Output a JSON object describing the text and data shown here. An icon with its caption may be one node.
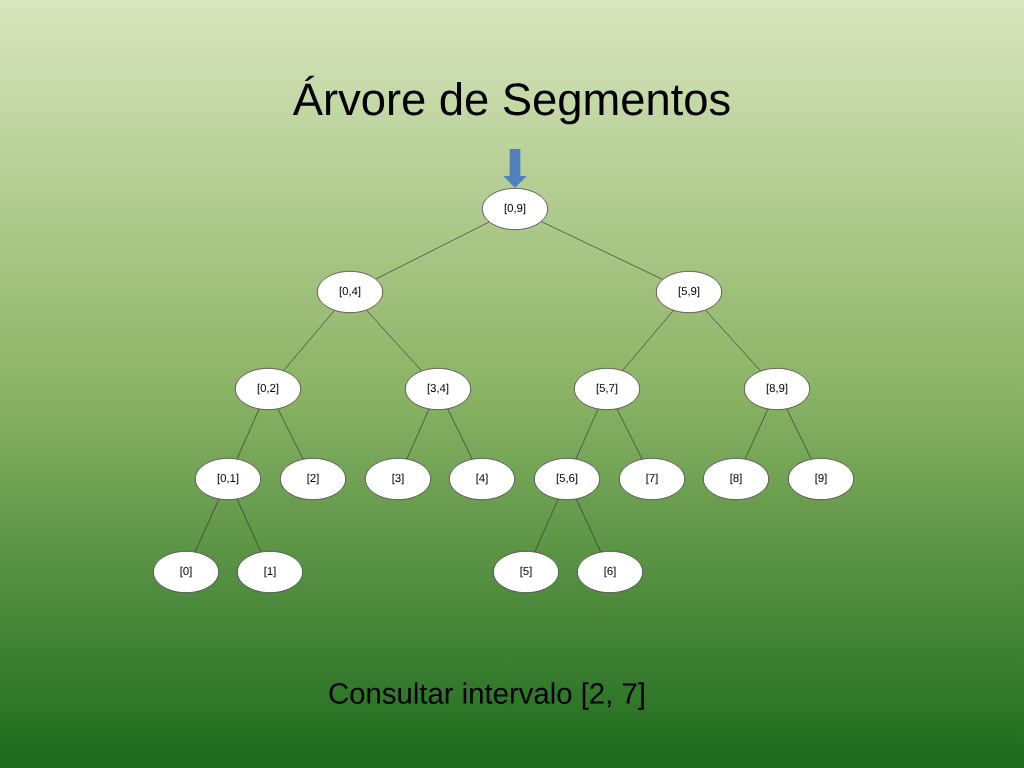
{
  "diagram": {
    "title": "Árvore de Segmentos",
    "nodes": [
      {
        "text": [
          "[0,9]"
        ]
      },
      {
        "text": [
          "[0,4]"
        ]
      },
      {
        "text": [
          "[5,9]"
        ]
      },
      {
        "text": [
          "[0,2]"
        ]
      },
      {
        "text": [
          "[3,4]"
        ]
      },
      {
        "text": [
          "[5,7]"
        ]
      },
      {
        "text": [
          "[8,9]"
        ]
      },
      {
        "text": [
          "[0,1]"
        ]
      },
      {
        "text": [
          "[2]"
        ]
      },
      {
        "text": [
          "[3]"
        ]
      },
      {
        "text": [
          "[4]"
        ]
      },
      {
        "text": [
          "[5,6]"
        ]
      },
      {
        "text": [
          "[7]"
        ]
      },
      {
        "text": [
          "[8]"
        ]
      },
      {
        "text": [
          "[9]"
        ]
      },
      {
        "text": [
          "[0]"
        ]
      },
      {
        "text": [
          "[1]"
        ]
      },
      {
        "text": [
          "[5]"
        ]
      },
      {
        "text": [
          "[6]"
        ]
      }
    ],
    "edges": [
      {
        "from": null,
        "to": 0,
        "arrow": "to",
        "style": "thick",
        "color": "#4f81bd"
      },
      {
        "from": 0,
        "to": 1,
        "arrow": "none"
      },
      {
        "from": 0,
        "to": 2,
        "arrow": "none"
      },
      {
        "from": 1,
        "to": 3,
        "arrow": "none"
      },
      {
        "from": 1,
        "to": 4,
        "arrow": "none"
      },
      {
        "from": 2,
        "to": 5,
        "arrow": "none"
      },
      {
        "from": 2,
        "to": 6,
        "arrow": "none"
      },
      {
        "from": 3,
        "to": 7,
        "arrow": "none"
      },
      {
        "from": 3,
        "to": 8,
        "arrow": "none"
      },
      {
        "from": 4,
        "to": 9,
        "arrow": "none"
      },
      {
        "from": 4,
        "to": 10,
        "arrow": "none"
      },
      {
        "from": 5,
        "to": 11,
        "arrow": "none"
      },
      {
        "from": 5,
        "to": 12,
        "arrow": "none"
      },
      {
        "from": 6,
        "to": 13,
        "arrow": "none"
      },
      {
        "from": 6,
        "to": 14,
        "arrow": "none"
      },
      {
        "from": 7,
        "to": 15,
        "arrow": "none"
      },
      {
        "from": 7,
        "to": 16,
        "arrow": "none"
      },
      {
        "from": 11,
        "to": 17,
        "arrow": "none"
      },
      {
        "from": 11,
        "to": 18,
        "arrow": "none"
      }
    ],
    "caption": "Consultar intervalo [2, 7]"
  }
}
